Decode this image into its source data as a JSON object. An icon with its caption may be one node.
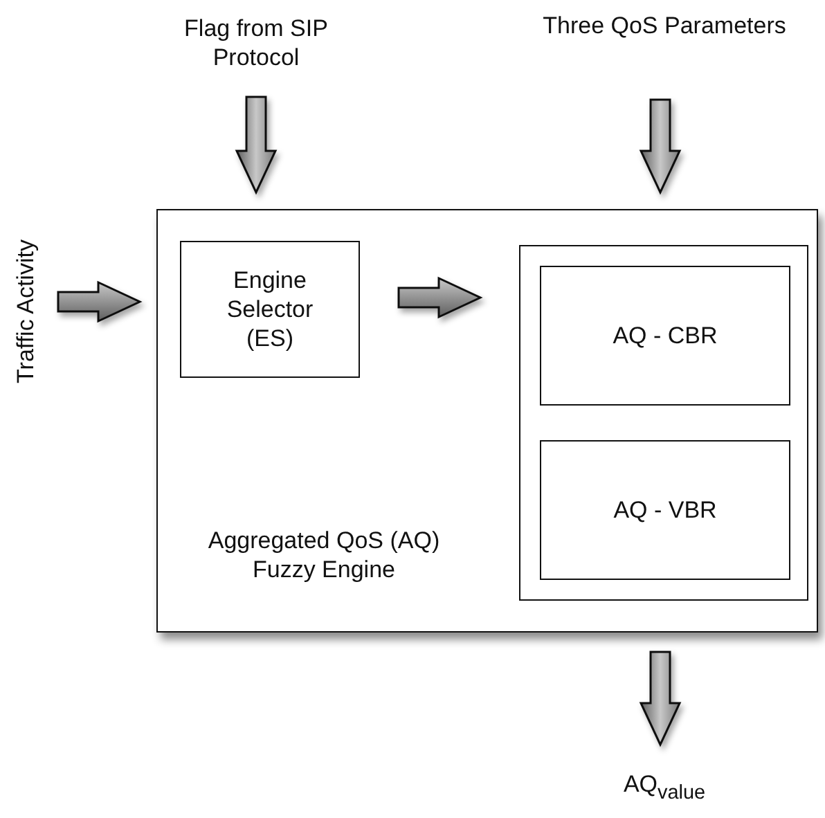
{
  "diagram": {
    "nodes": [
      {
        "text": [
          "Flag from SIP Protocol"
        ]
      },
      {
        "text": [
          "Three QoS Parameters"
        ]
      },
      {
        "text": [
          "Traffic Activity"
        ]
      },
      {
        "text": [
          "Aggregated QoS (AQ) Fuzzy Engine"
        ]
      },
      {
        "text": [
          "Engine Selector (ES)"
        ],
        "in": 3
      },
      {
        "text": [],
        "shape": "box",
        "in": 3
      },
      {
        "text": [
          "AQ - CBR"
        ],
        "in": 5
      },
      {
        "text": [
          "AQ - VBR"
        ],
        "in": 5
      },
      {
        "text": [
          "AQ$_{value}$"
        ]
      }
    ],
    "edges": [
      {
        "from": 0,
        "to": 3,
        "arrow": "to"
      },
      {
        "from": 1,
        "to": 3,
        "arrow": "to"
      },
      {
        "from": 2,
        "to": 3,
        "arrow": "to"
      },
      {
        "from": 4,
        "to": 5,
        "arrow": "to"
      },
      {
        "from": 3,
        "to": 8,
        "arrow": "to"
      }
    ]
  }
}
